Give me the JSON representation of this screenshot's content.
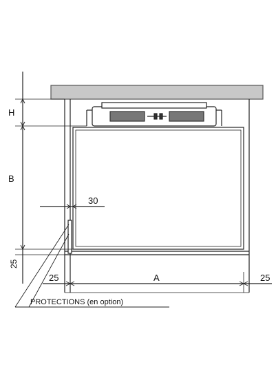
{
  "diagram": {
    "labels": {
      "h": "H",
      "b": "B",
      "a": "A",
      "left_gap": "25",
      "right_gap": "25",
      "bottom_gap": "25",
      "side_clearance": "30",
      "protections": "PROTECTIONS (en option)"
    },
    "colors": {
      "line": "#222222",
      "worktop_fill": "#c8c8c8",
      "worktop_edge": "#555555"
    }
  }
}
